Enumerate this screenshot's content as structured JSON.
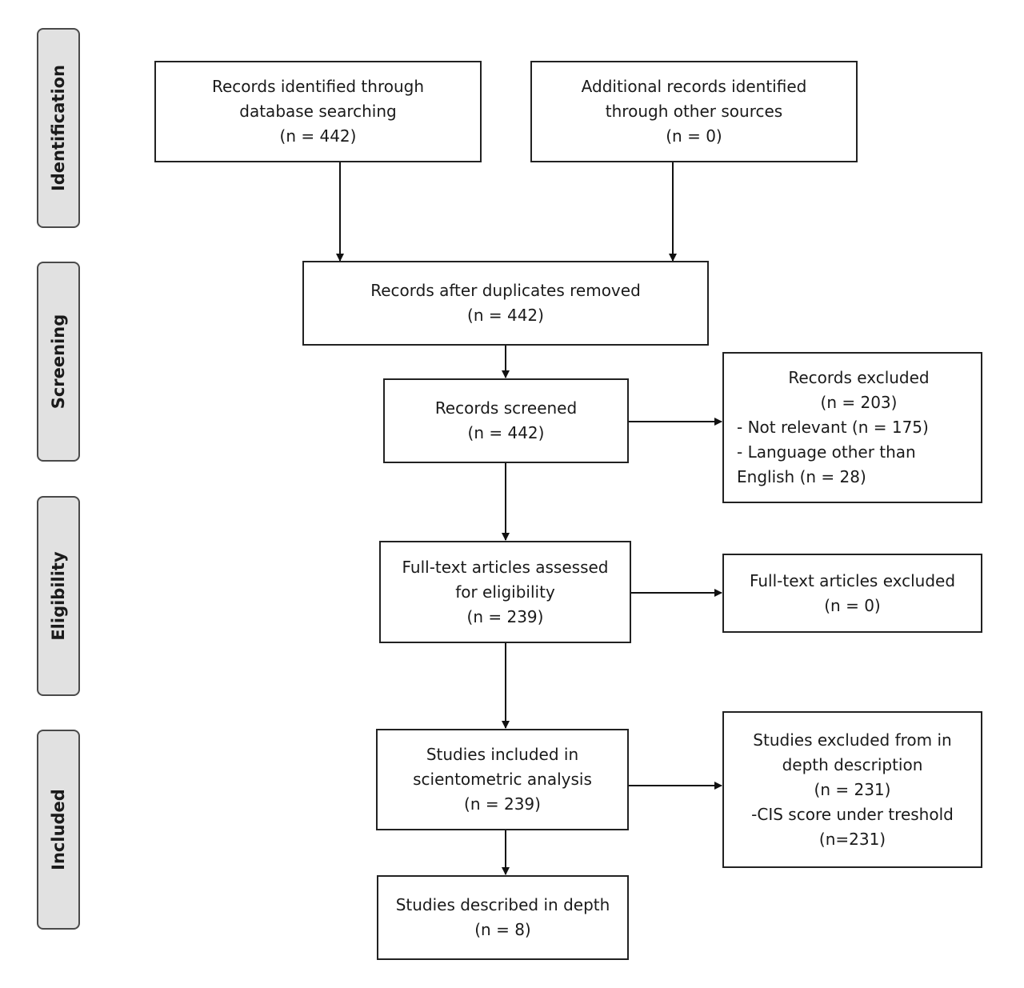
{
  "stages": {
    "identification": "Identification",
    "screening": "Screening",
    "eligibility": "Eligibility",
    "included": "Included"
  },
  "boxes": {
    "database": {
      "line1": "Records identified through",
      "line2": "database searching",
      "line3": "(n = 442)"
    },
    "other_sources": {
      "line1": "Additional records identified",
      "line2": "through other sources",
      "line3": "(n = 0)"
    },
    "after_duplicates": {
      "line1": "Records after duplicates removed",
      "line2": "(n = 442)"
    },
    "screened": {
      "line1": "Records screened",
      "line2": "(n = 442)"
    },
    "records_excluded": {
      "line1": "Records excluded",
      "line2": "(n = 203)",
      "line3": "- Not relevant (n = 175)",
      "line4": "- Language other than",
      "line5": "English (n = 28)"
    },
    "fulltext_assessed": {
      "line1": "Full-text articles assessed",
      "line2": "for eligibility",
      "line3": "(n = 239)"
    },
    "fulltext_excluded": {
      "line1": "Full-text articles excluded",
      "line2": "(n = 0)"
    },
    "scientometric": {
      "line1": "Studies included in",
      "line2": "scientometric analysis",
      "line3": "(n = 239)"
    },
    "studies_excluded": {
      "line1": "Studies excluded from in",
      "line2": "depth description",
      "line3": "(n = 231)",
      "line4": "-CIS score under treshold",
      "line5": "(n=231)"
    },
    "in_depth": {
      "line1": "Studies described in depth",
      "line2": "(n = 8)"
    }
  }
}
